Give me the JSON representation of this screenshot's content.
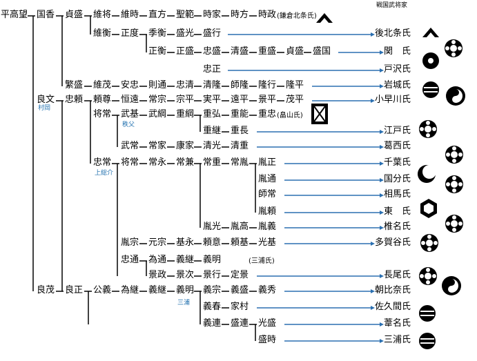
{
  "header": "戦国武将家",
  "names": {
    "n1": "平高望",
    "n2": "国香",
    "n3": "貞盛",
    "n4": "維将",
    "n5": "維時",
    "n6": "直方",
    "n7": "聖範",
    "n8": "時家",
    "n9": "時方",
    "n10": "時政",
    "n11": "維衡",
    "n12": "正度",
    "n13": "季衡",
    "n14": "盛光",
    "n15": "盛行",
    "n16": "正衡",
    "n17": "正盛",
    "n18": "忠盛",
    "n19": "清盛",
    "n20": "重盛",
    "n21": "貞盛",
    "n22": "盛国",
    "n23": "忠正",
    "n24": "繁盛",
    "n25": "維茂",
    "n26": "安忠",
    "n27": "則通",
    "n28": "忠清",
    "n29": "清隆",
    "n30": "師隆",
    "n31": "隆行",
    "n32": "隆平",
    "n33": "良文",
    "n34": "忠頼",
    "n35": "頼尊",
    "n36": "恒遠",
    "n37": "常宗",
    "n38": "宗平",
    "n39": "実平",
    "n40": "遠平",
    "n41": "景平",
    "n42": "茂平",
    "n43": "将常",
    "n44": "武基",
    "n45": "武綱",
    "n46": "重綱",
    "n47": "重弘",
    "n48": "重能",
    "n49": "重忠",
    "n50": "重継",
    "n51": "重長",
    "n52": "武常",
    "n53": "常家",
    "n54": "康家",
    "n55": "清光",
    "n56": "清重",
    "n57": "忠常",
    "n58": "将常",
    "n59": "常永",
    "n60": "常兼",
    "n61": "常重",
    "n62": "常胤",
    "n63": "胤正",
    "n64": "胤通",
    "n65": "師常",
    "n66": "胤頼",
    "n67": "胤光",
    "n68": "胤高",
    "n69": "胤義",
    "n70": "胤宗",
    "n71": "元宗",
    "n72": "基永",
    "n73": "頼意",
    "n74": "頼基",
    "n75": "光基",
    "n76": "忠通",
    "n77": "為通",
    "n78": "義継",
    "n79": "義明",
    "n80": "景政",
    "n81": "景次",
    "n82": "景行",
    "n83": "定景",
    "n84": "良茂",
    "n85": "良正",
    "n86": "公義",
    "n87": "為継",
    "n88": "義継",
    "n89": "義明",
    "n90": "義宗",
    "n91": "義盛",
    "n92": "義秀",
    "n93": "義春",
    "n94": "家村",
    "n95": "義連",
    "n96": "盛連",
    "n97": "光盛",
    "n98": "盛時"
  },
  "notes": {
    "a1": "(鎌倉北条氏)",
    "a2": "(畠山氏)",
    "a3": "(三浦氏)",
    "s1": "村岡",
    "s2": "秩父",
    "s3": "上総介",
    "s4": "三浦"
  },
  "clans": {
    "c1": "後北条氏",
    "c2": "関　氏",
    "c3": "戸沢氏",
    "c4": "岩城氏",
    "c5": "小早川氏",
    "c6": "江戸氏",
    "c7": "葛西氏",
    "c8": "千葉氏",
    "c9": "国分氏",
    "c10": "相馬氏",
    "c11": "東　氏",
    "c12": "椎名氏",
    "c13": "多賀谷氏",
    "c14": "長尾氏",
    "c15": "朝比奈氏",
    "c16": "佐久間氏",
    "c17": "葦名氏",
    "c18": "三浦氏"
  },
  "colors": {
    "line": "#000000",
    "arrow": "#2a6fb0",
    "note": "#1f6fae"
  }
}
